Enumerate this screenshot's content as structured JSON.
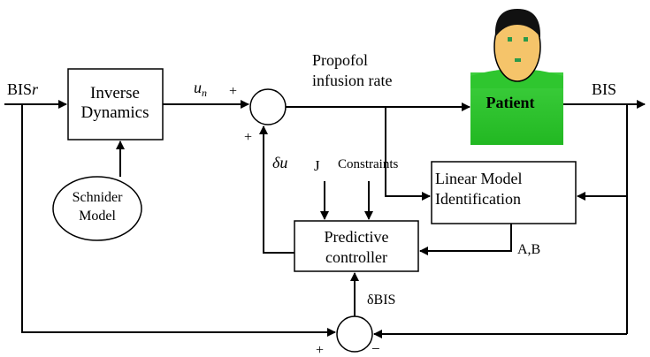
{
  "diagram": {
    "inputs": {
      "bis_ref_prefix": "BIS",
      "bis_ref_suffix": "r",
      "un_main": "u",
      "un_sub": "n",
      "delta_u": "δu",
      "delta_bis": "δBIS",
      "j": "J",
      "constraints": "Constraints",
      "ab": "A,B",
      "bis_out": "BIS",
      "propofol_line1": "Propofol",
      "propofol_line2": "infusion rate"
    },
    "blocks": {
      "inverse_dynamics_line1": "Inverse",
      "inverse_dynamics_line2": "Dynamics",
      "schnider_line1": "Schnider",
      "schnider_line2": "Model",
      "lmi_line1": "Linear Model",
      "lmi_line2": "Identification",
      "predictive_line1": "Predictive",
      "predictive_line2": "controller",
      "patient": "Patient"
    },
    "signs": {
      "sum1_top": "+",
      "sum1_left": "+",
      "sum2_left": "+",
      "sum2_right": "−"
    },
    "colors": {
      "patient_body": "#2fc62f",
      "patient_face": "#f5c46a",
      "patient_hair": "#111111",
      "patient_eyes": "#2a9a4a"
    }
  }
}
